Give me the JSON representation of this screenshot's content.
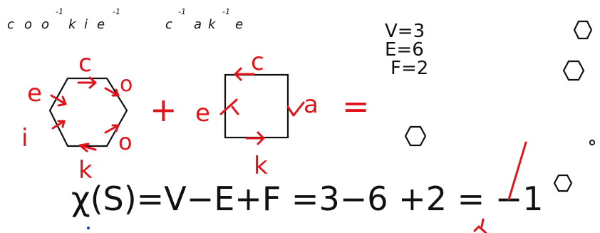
{
  "words": {
    "cookie": [
      "c",
      "o",
      "o",
      "-1",
      "k",
      "i",
      "e",
      "-1"
    ],
    "cake": [
      "c",
      "-1",
      "a",
      "k",
      "-1",
      "e"
    ]
  },
  "hexagon_edges": {
    "top": "c",
    "upper_right": "o",
    "lower_right": "o",
    "bottom": "k",
    "lower_left": "i",
    "upper_left": "e"
  },
  "square_edges": {
    "top": "c",
    "right": "a",
    "bottom": "k",
    "left": "e"
  },
  "operators": {
    "plus": "+",
    "equals": "="
  },
  "counts": [
    "V=3",
    "E=6",
    "F=2"
  ],
  "euler_formula": "χ(S)=V−E+F =3−6 +2 = −1",
  "colors": {
    "ink": "#111111",
    "annotation": "#e0141a",
    "dot": "#1a3cc8"
  }
}
